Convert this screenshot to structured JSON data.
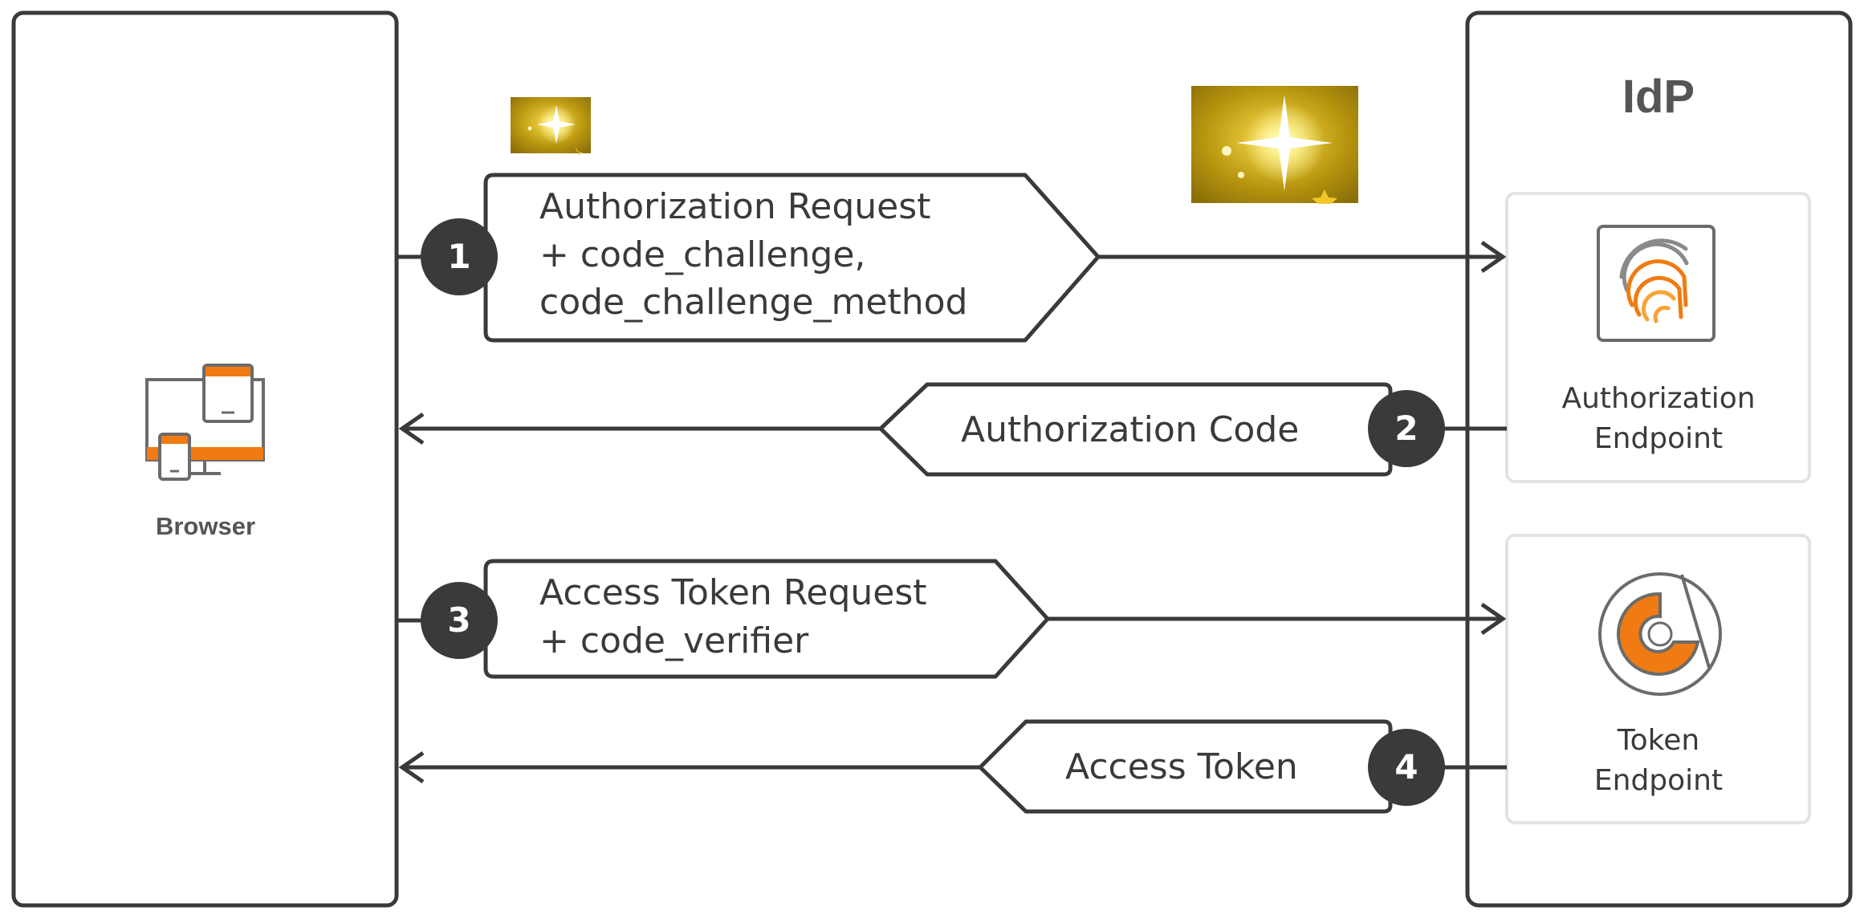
{
  "participants": {
    "client": {
      "label": "Browser"
    },
    "server": {
      "label": "IdP"
    }
  },
  "endpoints": {
    "authorization": {
      "line1": "Authorization",
      "line2": "Endpoint"
    },
    "token": {
      "line1": "Token",
      "line2": "Endpoint"
    }
  },
  "steps": [
    {
      "number": "1",
      "lines": [
        "Authorization Request",
        "+ code_challenge,",
        "code_challenge_method"
      ]
    },
    {
      "number": "2",
      "lines": [
        "Authorization Code"
      ]
    },
    {
      "number": "3",
      "lines": [
        "Access Token Request",
        "+ code_verifier"
      ]
    },
    {
      "number": "4",
      "lines": [
        "Access Token"
      ]
    }
  ],
  "colors": {
    "stroke": "#3a3a3a",
    "accent": "#f07b12",
    "accent_light": "#f7a338",
    "endpoint_border": "#e3e3e3",
    "sparkle": "#b8960f"
  }
}
